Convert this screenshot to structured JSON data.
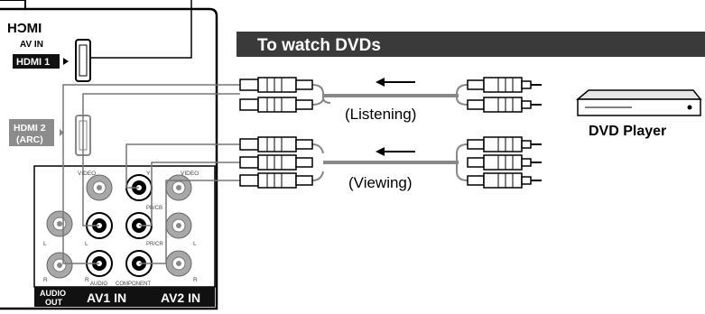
{
  "panel": {
    "hdmi_logo": "HƆMI",
    "av_in": "AV IN",
    "hdmi1_label": "HDMI 1",
    "hdmi2_label": "HDMI 2",
    "hdmi2_arc": "(ARC)",
    "video_left": "VIDEO",
    "video_right": "VIDEO",
    "y_label": "Y",
    "pb_label": "PB/CB",
    "pr_label": "PR/CR",
    "l_left": "L",
    "l_mid": "L",
    "l_right": "L",
    "r_left": "R",
    "r_mid": "R",
    "r_right": "R",
    "audio_small": "AUDIO",
    "component_small": "COMPONENT",
    "audio_out_1": "AUDIO",
    "audio_out_2": "OUT",
    "av1_in": "AV1 IN",
    "av2_in": "AV2 IN"
  },
  "banner": {
    "title": "To watch DVDs"
  },
  "cables": {
    "listening_label": "(Listening)",
    "viewing_label": "(Viewing)"
  },
  "device": {
    "label": "DVD Player"
  },
  "colors": {
    "banner_bg": "#3a3a3a",
    "badge_black": "#111111",
    "badge_gray": "#8c8c8c",
    "jack_gray": "#a8a8a8",
    "cable_gray": "#888888"
  }
}
